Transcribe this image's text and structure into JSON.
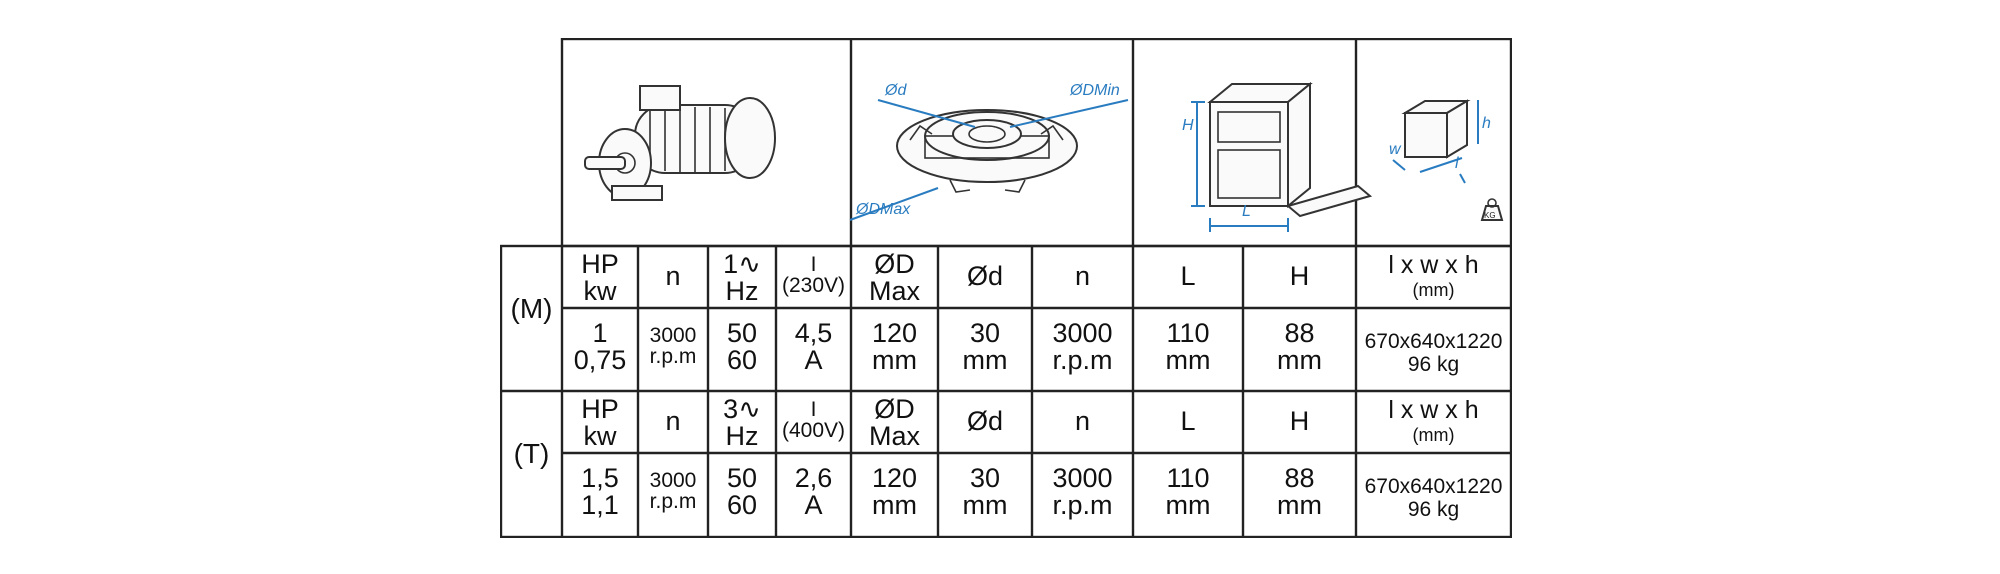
{
  "rows": [
    {
      "label": "(M)",
      "header": {
        "power": "HP\nkw",
        "speed": "n",
        "phase": "1∿\nHz",
        "current": "I\n(230V)",
        "dmax": "ØD\nMax",
        "d": "Ød",
        "n2": "n",
        "L": "L",
        "H": "H",
        "dims": "l x w x h",
        "dims_unit": "(mm)"
      },
      "values": {
        "power": "1\n0,75",
        "speed": "3000\nr.p.m",
        "freq": "50\n60",
        "current": "4,5\nA",
        "dmax": "120\nmm",
        "d": "30\nmm",
        "n2": "3000\nr.p.m",
        "L": "110\nmm",
        "H": "88\nmm",
        "dims": "670x640x1220",
        "weight": "96 kg"
      }
    },
    {
      "label": "(T)",
      "header": {
        "power": "HP\nkw",
        "speed": "n",
        "phase": "3∿\nHz",
        "current": "I\n(400V)",
        "dmax": "ØD\nMax",
        "d": "Ød",
        "n2": "n",
        "L": "L",
        "H": "H",
        "dims": "l x w x h",
        "dims_unit": "(mm)"
      },
      "values": {
        "power": "1,5\n1,1",
        "speed": "3000\nr.p.m",
        "freq": "50\n60",
        "current": "2,6\nA",
        "dmax": "120\nmm",
        "d": "30\nmm",
        "n2": "3000\nr.p.m",
        "L": "110\nmm",
        "H": "88\nmm",
        "dims": "670x640x1220",
        "weight": "96 kg"
      }
    }
  ],
  "diagram_labels": {
    "d": "Ød",
    "dmin": "ØDMin",
    "dmax": "ØDMax",
    "profile_h": "H",
    "profile_l": "L",
    "box_h": "h",
    "box_w": "w",
    "box_l": "l",
    "weight_icon": "KG"
  },
  "icons": {
    "motor": "electric-motor-icon",
    "tool": "cutter-tool-icon",
    "profile": "profile-section-icon",
    "box": "packaging-box-icon",
    "weight": "weight-kg-icon"
  },
  "colors": {
    "dimension_blue": "#2a7cc0",
    "line": "#222222"
  }
}
